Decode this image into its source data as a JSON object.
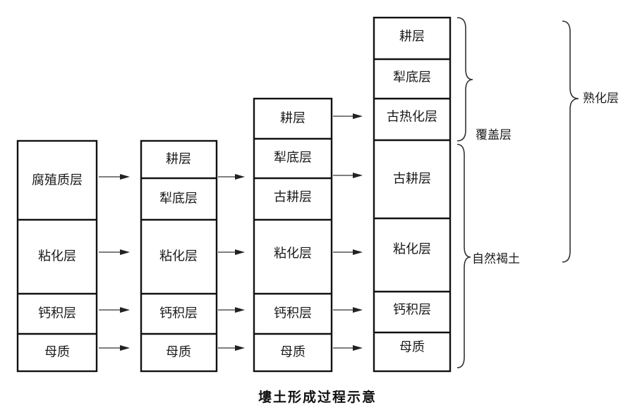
{
  "diagram": {
    "title": "塿土形成过程示意",
    "columns": [
      {
        "id": "stage-1",
        "layers": [
          "腐殖质层",
          "粘化层",
          "钙积层",
          "母质"
        ]
      },
      {
        "id": "stage-2",
        "layers": [
          "耕层",
          "犁底层",
          "粘化层",
          "钙积层",
          "母质"
        ]
      },
      {
        "id": "stage-3",
        "layers": [
          "耕层",
          "犁底层",
          "古耕层",
          "粘化层",
          "钙积层",
          "母质"
        ]
      },
      {
        "id": "stage-4",
        "layers": [
          "耕层",
          "犁底层",
          "古热化层",
          "古耕层",
          "粘化层",
          "钙积层",
          "母质"
        ]
      }
    ],
    "braces": {
      "covering_layer": "覆盖层",
      "natural_soil": "自然褐土",
      "matured_layer": "熟化层"
    }
  }
}
